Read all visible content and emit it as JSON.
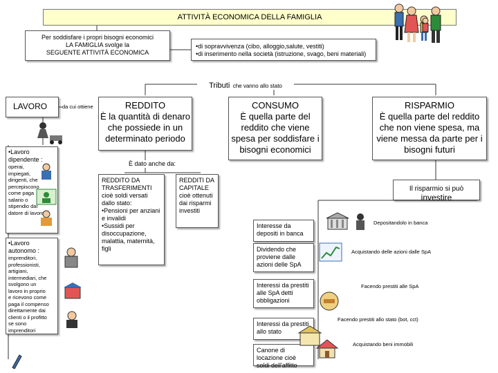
{
  "title": "ATTIVITÀ ECONOMICA DELLA FAMIGLIA",
  "intro": {
    "line1": "Per soddisfare i propri bisogni economici",
    "line2": "LA FAMIGLIA svolge la",
    "line3": "SEGUENTE ATTIVITÀ ECONOMICA"
  },
  "needs": {
    "line1": "•di sopravvivenza (cibo, alloggio,salute, vestiti)",
    "line2": "•di inserimento nella società (istruzione, svago, beni materiali)"
  },
  "tributi": {
    "label": "Tributi",
    "note": "che vanno allo stato"
  },
  "lavoro": {
    "label": "LAVORO",
    "connector": "da cui ottiene"
  },
  "dipendente": {
    "title": "•Lavoro dipendente :",
    "body": "operai, impiegati, dirigenti, che percepiscono come paga salario o stipendio dal datore di lavoro"
  },
  "autonomo": {
    "title": "•Lavoro autonomo :",
    "body1": "imprenditori,",
    "body2": "professionisti, artigiani, intermediari, che svolgono un lavoro in proprio e ricevono come paga il compenso direttamente dai clienti o il profitto se sono imprenditori"
  },
  "reddito": {
    "title": "REDDITO",
    "def": "È la quantità di denaro che possiede in un determinato periodo",
    "also": "È dato anche da:"
  },
  "trasferimenti": {
    "text": "REDDITO DA TRASFERIMENTI cioè soldi versati dallo stato:",
    "b1": "•Pensioni per anziani e invalidi",
    "b2": "•Sussidi per disoccupazione, malattia, maternità, figli"
  },
  "capitale": {
    "text": "REDDITI DA CAPITALE cioè ottenuti dai risparmi investiti"
  },
  "consumo": {
    "title": "CONSUMO",
    "def": "È quella parte del reddito che viene spesa per soddisfare i bisogni economici"
  },
  "risparmio": {
    "title": "RISPARMIO",
    "def": "È quella parte del reddito che non viene spesa, ma viene messa da parte per i bisogni futuri",
    "invest_prefix": "Il risparmio si può",
    "invest_word": "investire"
  },
  "returns": [
    {
      "text": "Interesse da depositi in banca",
      "action": "Depositandolo in banca"
    },
    {
      "text": "Dividendo che proviene dalle azioni delle SpA",
      "action": "Acquistando delle azioni dalle SpA"
    },
    {
      "text": "Interessi da prestiti alle SpA detti obbligazioni",
      "action": "Facendo prestiti alle SpA"
    },
    {
      "text": "Interessi da prestiti allo stato",
      "action": "Facendo prestiti allo stato (bot, cct)"
    },
    {
      "text": "Canone di locazione cioè soldi dell'affitto",
      "action": "Acquistando beni immobili"
    }
  ],
  "colors": {
    "title_bg": "#ffffcc",
    "border": "#555555",
    "icon_green": "#2e8b3a",
    "icon_blue": "#3a6fb0"
  }
}
